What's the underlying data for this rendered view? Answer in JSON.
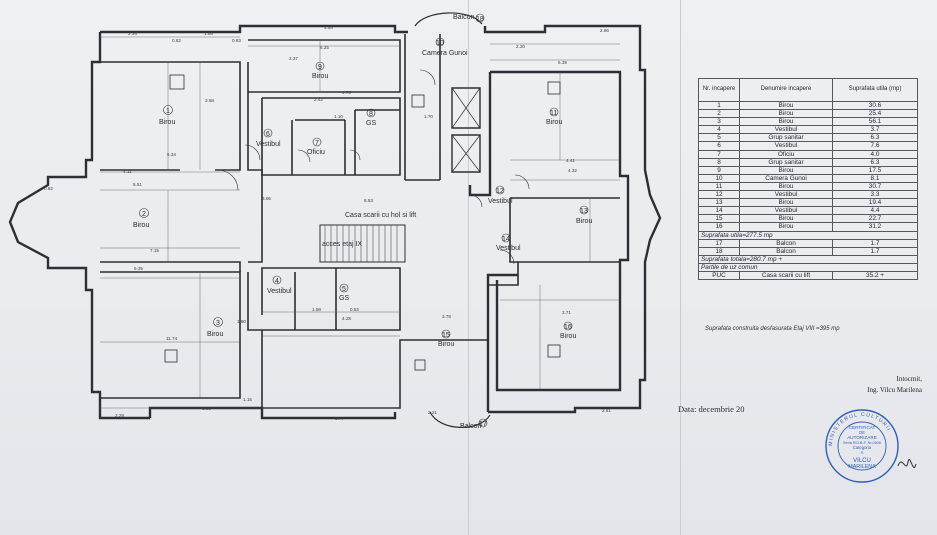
{
  "rooms": [
    {
      "n": "1",
      "name": "Birou"
    },
    {
      "n": "2",
      "name": "Birou"
    },
    {
      "n": "3",
      "name": "Birou"
    },
    {
      "n": "4",
      "name": "Vestibul"
    },
    {
      "n": "5",
      "name": "GS"
    },
    {
      "n": "6",
      "name": "Vestibul"
    },
    {
      "n": "7",
      "name": "Oficiu"
    },
    {
      "n": "8",
      "name": "GS"
    },
    {
      "n": "9",
      "name": "Birou"
    },
    {
      "n": "10",
      "name": "Camera Gunoi"
    },
    {
      "n": "11",
      "name": "Birou"
    },
    {
      "n": "12",
      "name": "Vestibul"
    },
    {
      "n": "13",
      "name": "Birou"
    },
    {
      "n": "14",
      "name": "Vestibul"
    },
    {
      "n": "15",
      "name": "Birou"
    },
    {
      "n": "16",
      "name": "Birou"
    },
    {
      "n": "17",
      "name": "Balcon"
    },
    {
      "n": "18",
      "name": "Balcon"
    }
  ],
  "plan_labels": {
    "stair": "Casa scarii cu hol si lift",
    "access": "acces etaj IX",
    "balcony_top": "Balcon",
    "balcony_bottom": "Balcon"
  },
  "dims": {
    "d1": "2.34",
    "d2": "0.82",
    "d3": "1.86",
    "d4": "0.83",
    "d5": "4.54",
    "d6": "6.25",
    "d7": "2.37",
    "d8": "5.34",
    "d9": "4.11",
    "d10": "5.51",
    "d11": "7.15",
    "d12": "5.35",
    "d13": "11.74",
    "d14": "2.29",
    "d15": "1.85",
    "d16": "1.15",
    "d17": "3.77",
    "d18": "8.53",
    "d19": "4.28",
    "d20": "3.78",
    "d21": "3.71",
    "d22": "2.86",
    "d23": "6.39",
    "d24": "4.41",
    "d25": "4.32",
    "d26": "2.81",
    "d27": "2.21",
    "d28": "3.96",
    "d29": "1.80",
    "d30": "1.58",
    "d31": "0.53",
    "d32": "4.78",
    "d33": "2.42",
    "d34": "1.10",
    "d35": "1.70",
    "d36": "2.30",
    "d37": "0.82",
    "d38": "3.58"
  },
  "legend": {
    "head_nr": "Nr. incapere",
    "head_name": "Denumire incapere",
    "head_area": "Suprafata utila (mp)",
    "rows": [
      {
        "nr": "1",
        "name": "Birou",
        "area": "30.6"
      },
      {
        "nr": "2",
        "name": "Birou",
        "area": "25.4"
      },
      {
        "nr": "3",
        "name": "Birou",
        "area": "56.1"
      },
      {
        "nr": "4",
        "name": "Vestibul",
        "area": "3.7"
      },
      {
        "nr": "5",
        "name": "Grup sanitar",
        "area": "6.3"
      },
      {
        "nr": "6",
        "name": "Vestibul",
        "area": "7.6"
      },
      {
        "nr": "7",
        "name": "Oficiu",
        "area": "4.0"
      },
      {
        "nr": "8",
        "name": "Grup sanitar",
        "area": "6.3"
      },
      {
        "nr": "9",
        "name": "Birou",
        "area": "17.5"
      },
      {
        "nr": "10",
        "name": "Camera Gunoi",
        "area": "8.1"
      },
      {
        "nr": "11",
        "name": "Birou",
        "area": "30.7"
      },
      {
        "nr": "12",
        "name": "Vestibul",
        "area": "3.3"
      },
      {
        "nr": "13",
        "name": "Birou",
        "area": "19.4"
      },
      {
        "nr": "14",
        "name": "Vestibul",
        "area": "4.4"
      },
      {
        "nr": "15",
        "name": "Birou",
        "area": "22.7"
      },
      {
        "nr": "16",
        "name": "Birou",
        "area": "31.2"
      }
    ],
    "subtotal_useful": "Suprafata utila=277.5 mp",
    "balcony_rows": [
      {
        "nr": "17",
        "name": "Balcon",
        "area": "1.7"
      },
      {
        "nr": "18",
        "name": "Balcon",
        "area": "1.7"
      }
    ],
    "subtotal_total": "Suprafata totala=280.7 mp +",
    "common_title": "Partile de uz comun",
    "common_row": {
      "nr": "PUC",
      "name": "Casa scarii cu lift",
      "area": "35.2 +"
    },
    "footnote": "Suprafata construita desfasurata Etaj VIII =395 mp"
  },
  "date_text": "Data: decembrie 20",
  "author": {
    "line1": "Intocmit,",
    "line2": "Ing. Vilcu Marilena"
  },
  "stamp": {
    "ring_text": "MINISTERUL CULTURII",
    "line1": "CERTIFICAT",
    "line2": "DE",
    "line3": "AUTORIZARE",
    "line4": "Seria RO-B-F, Nr.0506",
    "line5": "Categoria",
    "line6": "A",
    "line7": "VILCU",
    "line8": "MARILENA"
  },
  "colors": {
    "ink": "#2c2f35",
    "stamp": "#2f5fb8",
    "paper": "#eceef2"
  }
}
